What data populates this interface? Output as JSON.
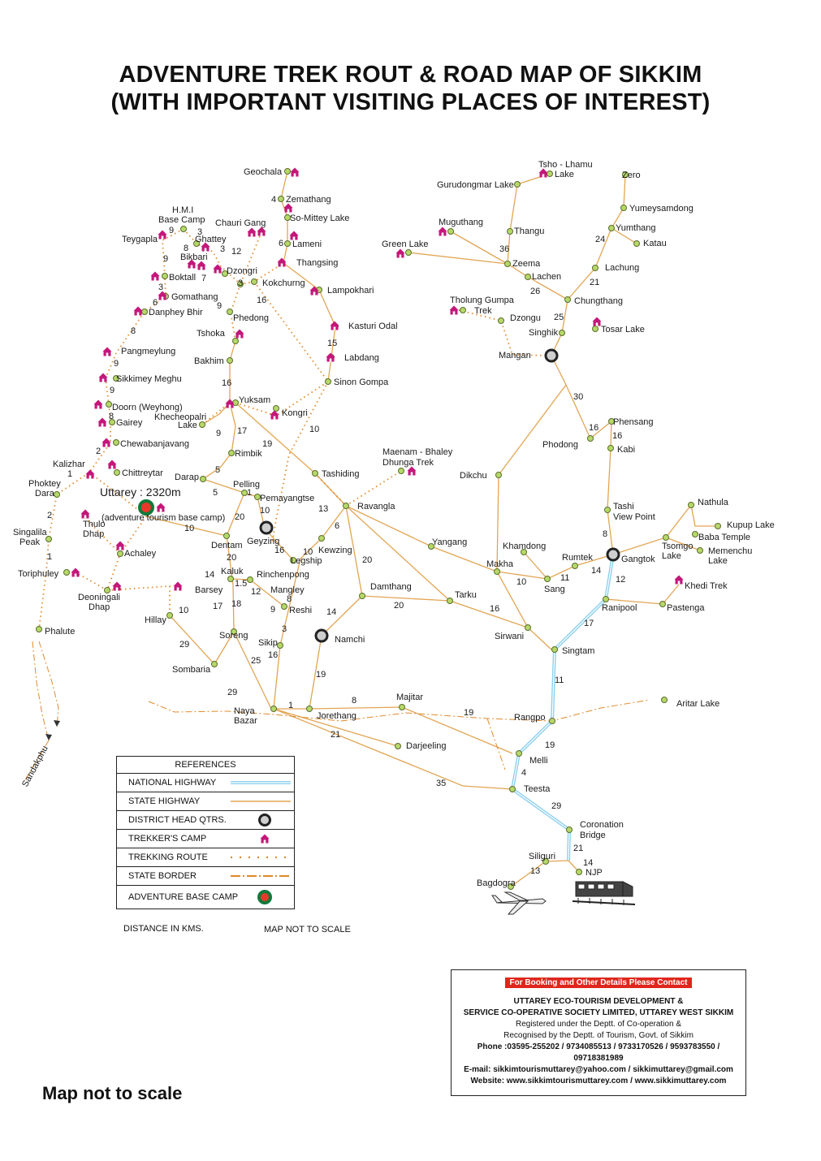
{
  "title": {
    "line1": "ADVENTURE TREK  ROUT & ROAD MAP OF SIKKIM",
    "line2": "(WITH IMPORTANT VISITING PLACES OF INTEREST)"
  },
  "base_camp": {
    "name": "Uttarey : 2320m",
    "note": "(adventure tourism base camp)"
  },
  "places": {
    "geochala": "Geochala",
    "zemathang": "Zemathang",
    "somittey": "So-Mittey Lake",
    "lameni": "Lameni",
    "thangsing": "Thangsing",
    "lampokhari": "Lampokhari",
    "kokchurng": "Kokchurng",
    "dzongri": "Dzongri",
    "chauri_gang": "Chauri Gang",
    "hmi": "H.M.I",
    "base_camp_lbl": "Base Camp",
    "ghattey": "Ghattey",
    "bikbari": "Bikbari",
    "teygapla": "Teygapla",
    "boktall": "Boktall",
    "gomathang": "Gomathang",
    "danphey": "Danphey Bhir",
    "phedong": "Phedong",
    "tshoka": "Tshoka",
    "kasturi": "Kasturi Odal",
    "labdang": "Labdang",
    "sinon": "Sinon Gompa",
    "pangmeylung": "Pangmeylung",
    "bakhim": "Bakhim",
    "sikkimey": "Sikkimey Meghu",
    "yuksam": "Yuksam",
    "kongri": "Kongri",
    "doorn": "Doorn (Weyhong)",
    "khecheopalri": "Khecheopalri",
    "lake": "Lake",
    "gairey": "Gairey",
    "chewabanjavang": "Chewabanjavang",
    "rimbik": "Rimbik",
    "kalizhar": "Kalizhar",
    "chittreytar": "Chittreytar",
    "darap": "Darap",
    "pelling": "Pelling",
    "tashiding": "Tashiding",
    "phoktey": "Phoktey",
    "dara": "Dara",
    "pemayangtse": "Pemayangtse",
    "thulo": "Thulo",
    "dhap": "Dhap",
    "singalila": "Singalila",
    "peak": "Peak",
    "dentam": "Dentam",
    "geyzing": "Geyzing",
    "legship": "Legship",
    "kewzing": "Kewzing",
    "achaley": "Achaley",
    "toriphuley": "Toriphuley",
    "kaluk": "Kaluk",
    "rinchenpong": "Rinchenpong",
    "mangley": "Mangley",
    "reshi": "Reshi",
    "deoningali": "Deoningali",
    "deon_dhap": "Dhap",
    "barsey": "Barsey",
    "hillay": "Hillay",
    "phalute": "Phalute",
    "soreng": "Soreng",
    "sikip": "Sikip",
    "namchi": "Namchi",
    "sombaria": "Sombaria",
    "naya": "Naya",
    "bazar": "Bazar",
    "jorethang": "Jorethang",
    "majitar": "Majitar",
    "darjeeling": "Darjeeling",
    "sandakphu": "Sandakphu",
    "ravangla": "Ravangla",
    "maenam": "Maenam - Bhaley",
    "dhunga": "Dhunga Trek",
    "damthang": "Damthang",
    "tarku": "Tarku",
    "yangang": "Yangang",
    "makha": "Makha",
    "khamdong": "Khamdong",
    "sang": "Sang",
    "rumtek": "Rumtek",
    "sirwani": "Sirwani",
    "dikchu": "Dikchu",
    "phodong": "Phodong",
    "tsho_lhamu": "Tsho - Lhamu",
    "tsho_lake": "Lake",
    "gurudongmar": "Gurudongmar Lake",
    "zero": "Zero",
    "yumeysamdong": "Yumeysamdong",
    "yumthang": "Yumthang",
    "katau": "Katau",
    "muguthang": "Muguthang",
    "thangu": "Thangu",
    "green_lake": "Green Lake",
    "zeema": "Zeema",
    "lachen": "Lachen",
    "lachung": "Lachung",
    "chungthang": "Chungthang",
    "tholung1": "Tholung Gumpa",
    "tholung2": "Trek",
    "dzongu": "Dzongu",
    "singhik": "Singhik",
    "tosar": "Tosar Lake",
    "mangan": "Mangan",
    "phensang": "Phensang",
    "kabi": "Kabi",
    "tashi_vp1": "Tashi",
    "tashi_vp2": "View Point",
    "nathula": "Nathula",
    "kupup": "Kupup Lake",
    "baba": "Baba Temple",
    "tsomgo1": "Tsomgo",
    "tsomgo2": "Lake",
    "memenchu1": "Memenchu",
    "memenchu2": "Lake",
    "gangtok": "Gangtok",
    "khedi": "Khedi Trek",
    "ranipool": "Ranipool",
    "pastenga": "Pastenga",
    "singtam": "Singtam",
    "aritar": "Aritar Lake",
    "rangpo": "Rangpo",
    "melli": "Melli",
    "teesta": "Teesta",
    "coronation1": "Coronation",
    "coronation2": "Bridge",
    "siliguri": "Siliguri",
    "njp": "NJP",
    "bagdogra": "Bagdogra"
  },
  "distances": [
    "4",
    "3",
    "6",
    "9",
    "3",
    "8",
    "12",
    "9",
    "7",
    "3",
    "3",
    "16",
    "9",
    "6",
    "8",
    "9",
    "9",
    "15",
    "16",
    "8",
    "9",
    "17",
    "19",
    "10",
    "2",
    "1",
    "5",
    "5",
    "1",
    "10",
    "13",
    "6",
    "20",
    "2",
    "10",
    "10",
    "16",
    "1.5",
    "20",
    "20",
    "1",
    "14",
    "12",
    "18",
    "17",
    "8",
    "9",
    "10",
    "3",
    "16",
    "14",
    "29",
    "25",
    "19",
    "29",
    "1",
    "8",
    "19",
    "21",
    "35",
    "4",
    "19",
    "11",
    "29",
    "21",
    "14",
    "13",
    "10",
    "20",
    "16",
    "11",
    "14",
    "8",
    "12",
    "17",
    "16",
    "16",
    "30",
    "25",
    "26",
    "36",
    "24",
    "21"
  ],
  "legend": {
    "header": "REFERENCES",
    "items": [
      "NATIONAL HIGHWAY",
      "STATE HIGHWAY",
      "DISTRICT HEAD QTRS.",
      "TREKKER'S CAMP",
      "TREKKING ROUTE",
      "STATE BORDER",
      "ADVENTURE BASE CAMP"
    ]
  },
  "notes": {
    "distance": "DISTANCE IN KMS.",
    "scale": "MAP NOT TO SCALE"
  },
  "contact": {
    "banner": "For Booking and Other Details Please Contact",
    "org1": "UTTAREY ECO-TOURISM DEVELOPMENT &",
    "org2": "SERVICE CO-OPERATIVE SOCIETY LIMITED, UTTAREY WEST SIKKIM",
    "reg1": "Registered under the Deptt. of Co-operation &",
    "reg2": "Recognised by the Deptt. of Tourism, Govt. of Sikkim",
    "phone": "Phone :03595-255202 / 9734085513 / 9733170526 / 9593783550 / 09718381989",
    "email": "E-mail: sikkimtourismuttarey@yahoo.com / sikkimuttarey@gmail.com",
    "website": "Website: www.sikkimtourismuttarey.com / www.sikkimuttarey.com"
  },
  "footer": "Map not to scale",
  "colors": {
    "state_highway": "#e2a553",
    "national_highway": "#8fd0ee",
    "trek_route": "#e08a2c",
    "node": "#b6d86a",
    "camp": "#c4177a",
    "hq": "#cfcfcf",
    "banner": "#e0261c"
  }
}
